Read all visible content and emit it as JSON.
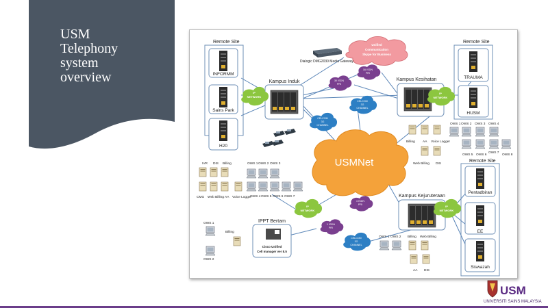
{
  "slide": {
    "title_lines": [
      "USM",
      "Telephony",
      "system",
      "overview"
    ]
  },
  "diagram": {
    "usmnet": "USMNet",
    "unified": [
      "Unified",
      "Communication",
      "Skype for Business"
    ],
    "gateway": "Dialogic DMG2030 Media Gateway",
    "remote_site_left": {
      "title": "Remote Site",
      "sites": [
        "INFORMM",
        "Sains Park",
        "H20"
      ]
    },
    "remote_site_right_top": {
      "title": "Remote Site",
      "sites": [
        "TRAUMA",
        "HUSM"
      ]
    },
    "remote_site_right_bottom": {
      "title": "Remote Site",
      "sites": [
        "Pentadbiran",
        "EE",
        "Siswazah"
      ]
    },
    "kampus_induk": "Kampus Induk",
    "kampus_kesihatan": "Kampus Kesihatan",
    "kampus_kejuruteraan": "Kampus Kejuruteraan",
    "ippt": "IPPT Bertam",
    "ip_network": [
      "IP",
      "NETWORK"
    ],
    "links": {
      "isdn30": [
        "30 ISDN",
        "PRI"
      ],
      "isdn16": [
        "16 ISDN",
        "PRI"
      ],
      "isdn4": [
        "4 ISDN",
        "PRI"
      ],
      "isdn1": [
        "1 ISDN",
        "PRI"
      ],
      "celcom": [
        "CELCOM",
        "3G",
        "CHANNEL"
      ]
    },
    "cisco": [
      "Cisco Unified",
      "Cell manager ver 8.5"
    ],
    "induk_servers": {
      "top": [
        "IVR",
        "DIS",
        "Billing"
      ],
      "bottom": [
        "CMG",
        "Web Billing",
        "AA",
        "Voice Logger"
      ]
    },
    "induk_ows": {
      "top": [
        "OWS 1",
        "OWS 2",
        "OWS 3"
      ],
      "bottom": [
        "OWS 4",
        "OWS 5",
        "OWS 6",
        "OWS 7"
      ]
    },
    "kes_servers": [
      "Billing",
      "AA",
      "Voice Logger",
      "Web Billing",
      "DIS"
    ],
    "kes_ows": {
      "top": [
        "OWS 1",
        "OWS 2",
        "OWS 3",
        "OWS 4"
      ],
      "bottom": [
        "OWS 5",
        "OWS 6",
        "OWS 7",
        "OWS 8"
      ]
    },
    "kej_items": [
      "OWS 1",
      "OWS 2",
      "Billing",
      "Web Billing",
      "AA",
      "DIS"
    ],
    "ippt_items": [
      "OWS 1",
      "OWS 2",
      "Billing"
    ]
  },
  "logo": {
    "mark": "USM",
    "caption": "UNIVERSITI SAINS MALAYSIA"
  },
  "colors": {
    "title_panel": "#4b5663",
    "cloud_orange": "#f4a23a",
    "cloud_pink": "#f29aa0",
    "cloud_purple": "#7a3f8f",
    "cloud_blue": "#2d7fc4",
    "cloud_green": "#8cc63f",
    "accent_rule": "#6b3e8a"
  }
}
